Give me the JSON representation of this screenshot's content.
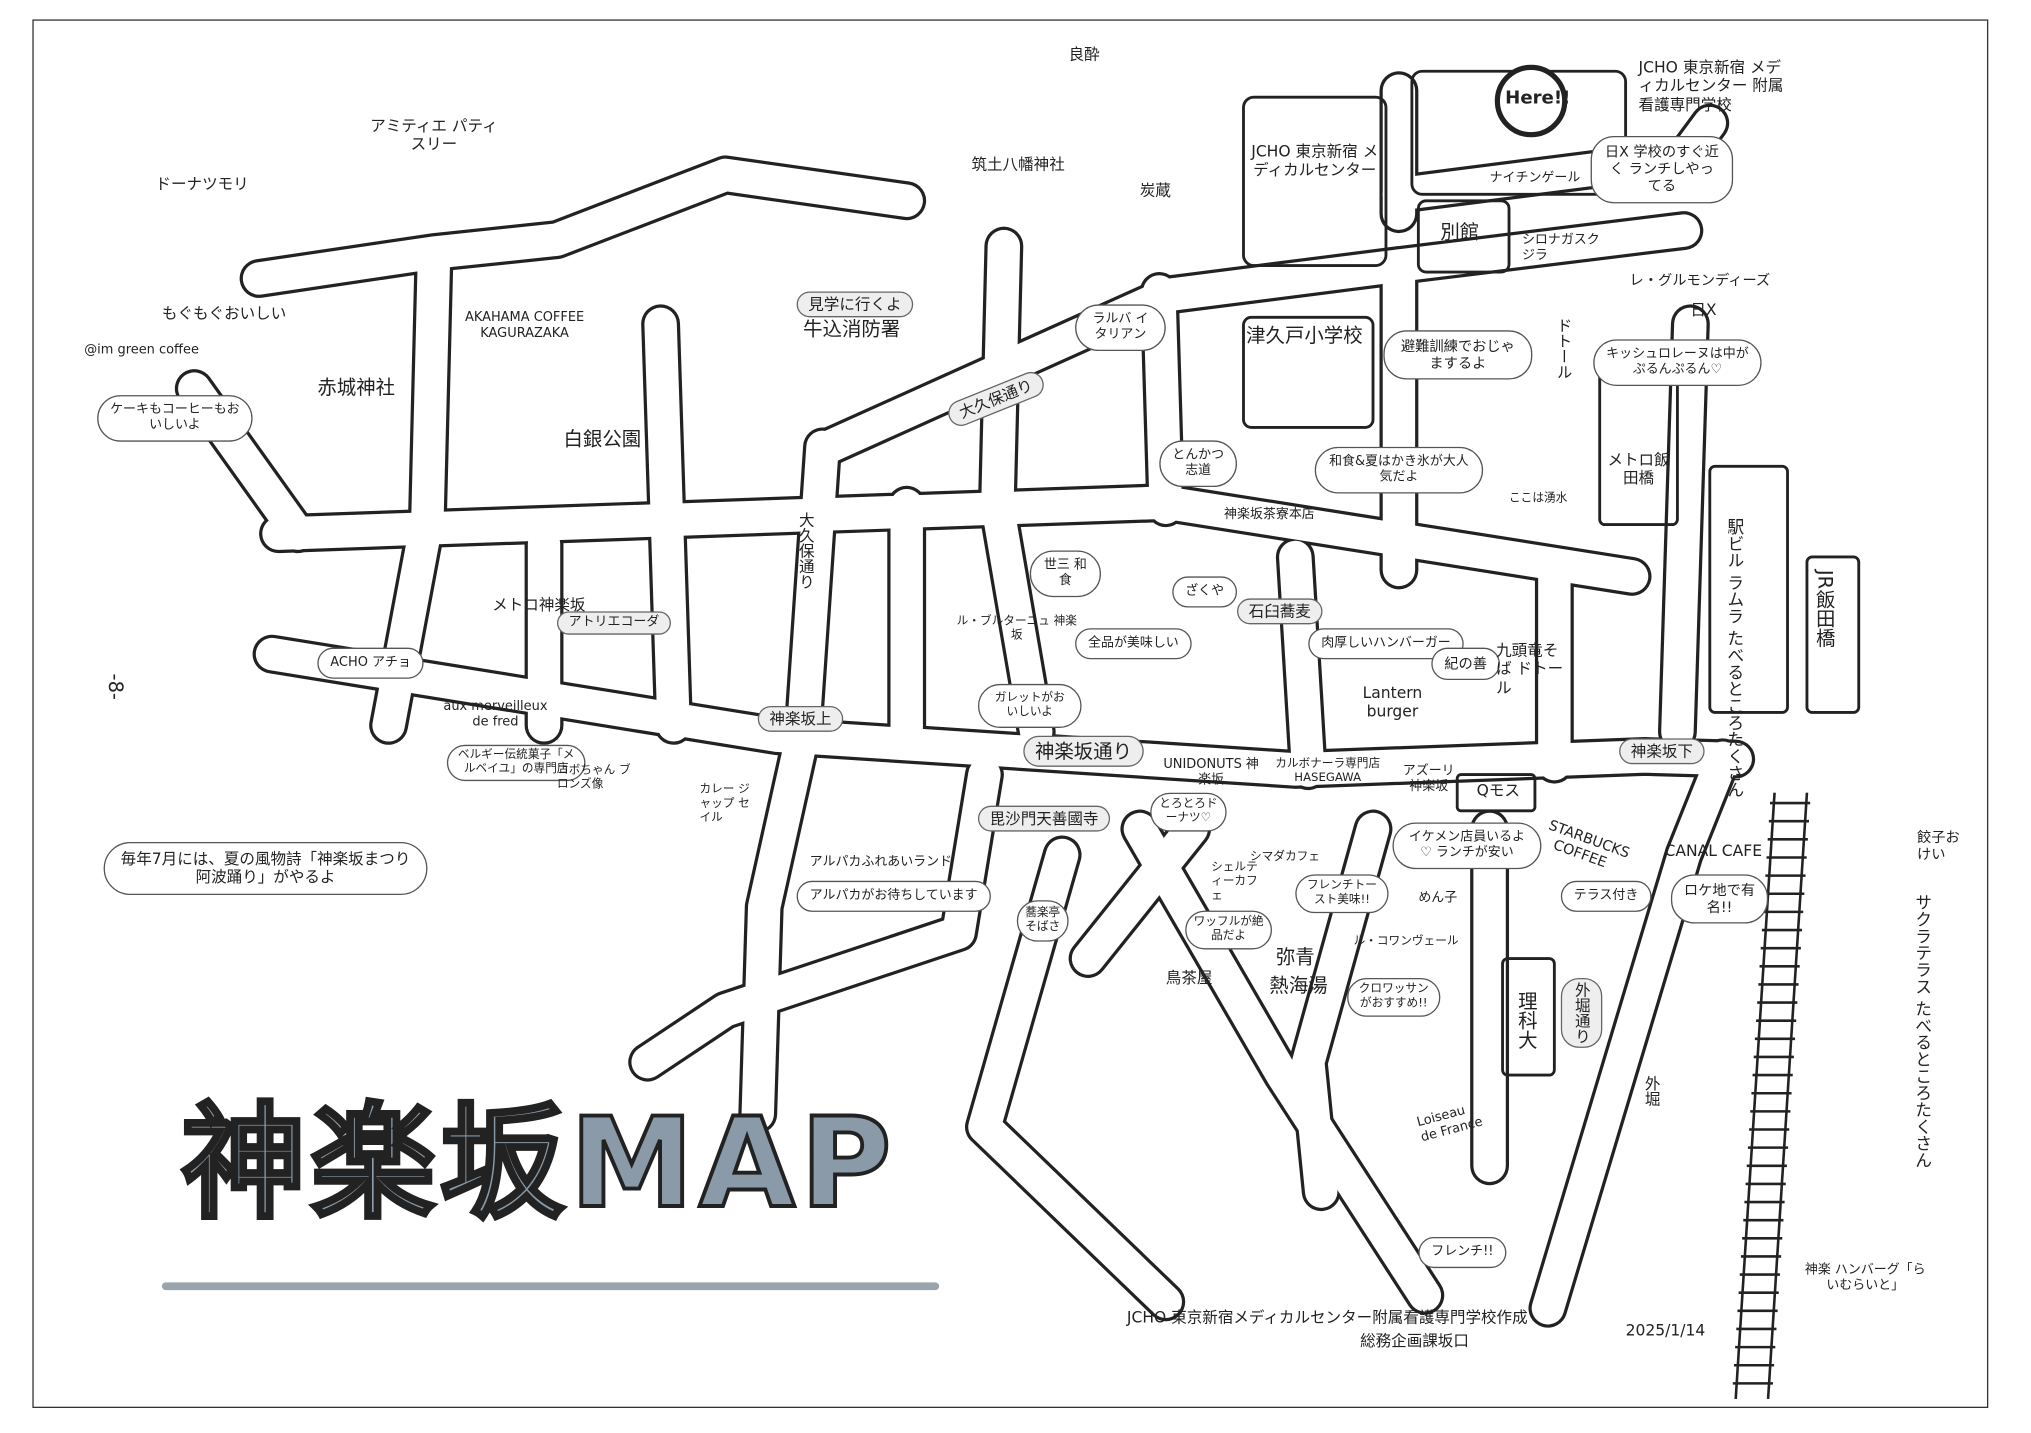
{
  "title": "神楽坂MAP",
  "page_number": "-8-",
  "credit": {
    "line1": "JCHO 東京新宿メディカルセンター附属看護専門学校作成",
    "line2": "総務企画課坂口",
    "date": "2025/1/14"
  },
  "labels": {
    "ryosui": "良酔",
    "amitie": "アミティエ パティスリー",
    "donut_mori": "ドーナツモリ",
    "donut_mori_note": "もぐもぐおいしい",
    "tsukudo_hachiman": "筑土八幡神社",
    "sumikura": "炭蔵",
    "jcho_center": "JCHO 東京新宿 メディカルセンター",
    "annex": "別館",
    "jcho_school": "JCHO 東京新宿 メディカルセンター 附属看護専門学校",
    "here": "Here!!",
    "nightingale": "ナイチンゲール",
    "near_school_lunch": "日X 学校のすぐ近く ランチしやってる",
    "shironagasu": "シロナガスクジラ",
    "les_gourmandises": "レ・グルモンディーズ",
    "day_off": "日X",
    "quiche_note": "キッシュロレーヌは中がぷるんぷるん♡",
    "doutor_top": "ドトール",
    "tsukudo_school": "津久戸小学校",
    "drill_note": "避難訓練でおじゃまするよ",
    "akagi_shrine": "赤城神社",
    "akahama": "AKAHAMA COFFEE KAGURAZAKA",
    "im_green": "@im green coffee",
    "im_green_note": "ケーキもコーヒーもおいしいよ",
    "hakugin_park": "白銀公園",
    "ushigome_fire": "牛込消防署",
    "fire_note": "見学に行くよ",
    "okubo_dori": "大久保通り",
    "okubo_dori_v": "大久保通り",
    "larba": "ラルバ イタリアン",
    "tonkatsu": "とんかつ 志道",
    "saryo_note": "和食&夏はかき氷が大人気だよ",
    "saryo": "神楽坂茶寮本店",
    "yusui": "ここは湧水",
    "metro_iidabashi": "メトロ飯田橋",
    "ramla": "駅ビル ラムラ たべるところたくさん",
    "jr_iidabashi": "JR飯田橋",
    "metro_kagurazaka": "メトロ神楽坂",
    "atelier_koda": "アトリエコーダ",
    "sezo": "世三 和食",
    "zakuya": "ざくや",
    "ishiusu": "石臼蕎麦",
    "burger_note": "肉厚しいハンバーガー",
    "lantern": "Lantern burger",
    "kinozen": "紀の善",
    "kuzuryu": "九頭竜そば ドトール",
    "bretagne": "ル・ブルターニュ 神楽坂",
    "galette_note": "ガレットがおいしいよ",
    "all_menu_note": "全品が美味しい",
    "acho": "ACHO アチョ",
    "aux_merveilleux": "aux merveilleux de fred",
    "merveilleux_note": "ベルギー伝統菓子「メルベイユ」の専門店",
    "kobo": "コボちゃん ブロンズ像",
    "kagurazaka_ue": "神楽坂上",
    "kagurazaka_dori": "神楽坂通り",
    "kagurazaka_shita": "神楽坂下",
    "curry": "カレー ジャップ セイル",
    "alpaca": "アルパカふれあいランド",
    "alpaca_note": "アルパカがお待ちしています",
    "bishamonten": "毘沙門天善國寺",
    "torotoro": "とろとろドーナツ♡",
    "unidonuts": "UNIDONUTS 神楽坂",
    "hasegawa": "カルボナーラ専門店 HASEGAWA",
    "azzurri": "アズーリ 神楽坂",
    "ikemen_note": "イケメン店員いるよ♡ ランチが安い",
    "mos": "Qモス",
    "starbucks": "STARBUCKS COFFEE",
    "terrace_note": "テラス付き",
    "canal_cafe": "CANAL CAFE",
    "location_note": "ロケ地で有名!!",
    "gyoza": "餃子おけい",
    "sakura_terrace": "サクラテラス たべるところたくさん",
    "sotobori_dori": "外堀通り",
    "sotobori": "外堀",
    "festival_note": "毎年7月には、夏の風物詩「神楽坂まつり 阿波踊り」がやるよ",
    "soba_note": "蕎楽亭 そばさ",
    "shimada_cafe": "シマダカフェ",
    "french_toast_note": "フレンチトースト美味!!",
    "shelty_cafe": "シェルティーカフェ",
    "waffle_note": "ワッフルが絶品だよ",
    "torijaya": "鳥茶屋",
    "atamiyu": "熱海湯",
    "yayoi": "弥青",
    "coin_vert": "ル・コワンヴェール",
    "croissant_note": "クロワッサンがおすすめ!!",
    "mentaiko": "めん子",
    "rikadai": "理科大",
    "loiseau": "Loiseau de France",
    "french_note": "フレンチ!!",
    "raimuraito": "神楽 ハンバーグ「らいむらいと」"
  }
}
